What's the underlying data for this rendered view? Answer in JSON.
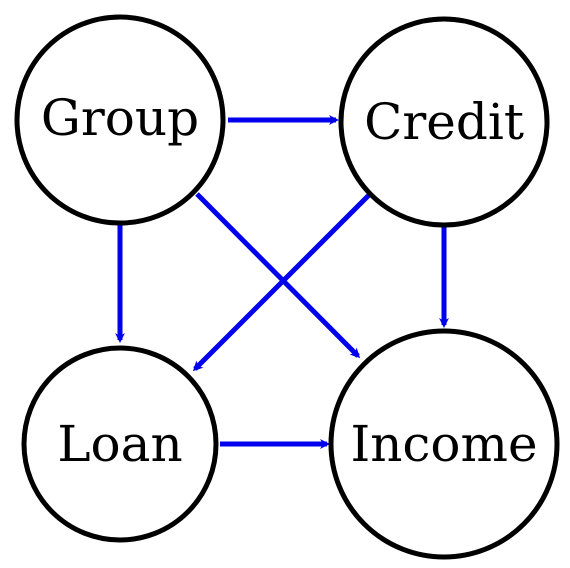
{
  "diagram": {
    "nodes": [
      {
        "id": "group",
        "label": "Group"
      },
      {
        "id": "credit",
        "label": "Credit"
      },
      {
        "id": "loan",
        "label": "Loan"
      },
      {
        "id": "income",
        "label": "Income"
      }
    ],
    "edges": [
      {
        "from": "group",
        "to": "credit"
      },
      {
        "from": "group",
        "to": "loan"
      },
      {
        "from": "group",
        "to": "income"
      },
      {
        "from": "credit",
        "to": "loan"
      },
      {
        "from": "credit",
        "to": "income"
      },
      {
        "from": "loan",
        "to": "income"
      }
    ],
    "colors": {
      "edge": "#0000ee",
      "node_stroke": "#000000",
      "node_fill": "#ffffff"
    }
  }
}
